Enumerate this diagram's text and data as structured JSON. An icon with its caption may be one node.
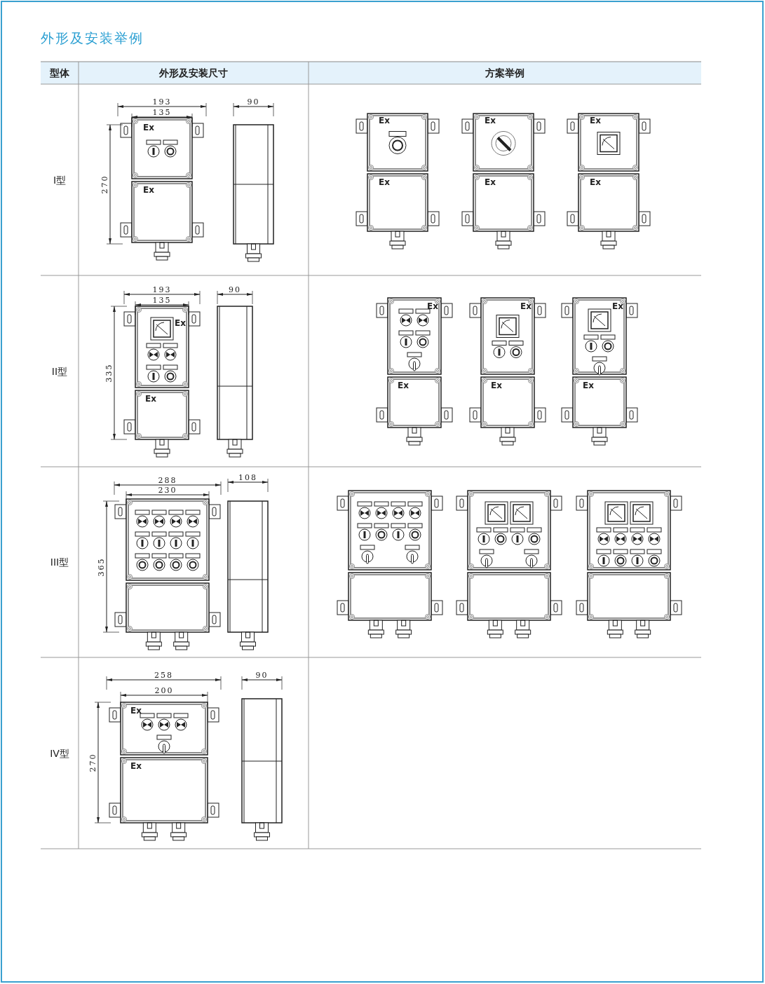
{
  "diagram": {
    "title": "外形及安装举例",
    "labels": [
      "型体",
      "外形及安装尺寸",
      "方案举例",
      "I型",
      "193",
      "135",
      "90",
      "270",
      "Ex",
      "Ex",
      "Ex",
      "Ex",
      "Ex",
      "Ex",
      "Ex",
      "Ex",
      "II型",
      "193",
      "135",
      "90",
      "335",
      "Ex",
      "Ex",
      "Ex",
      "Ex",
      "Ex",
      "Ex",
      "Ex",
      "Ex",
      "III型",
      "288",
      "230",
      "108",
      "365",
      "IV型",
      "258",
      "200",
      "90",
      "270",
      "Ex",
      "Ex"
    ]
  }
}
